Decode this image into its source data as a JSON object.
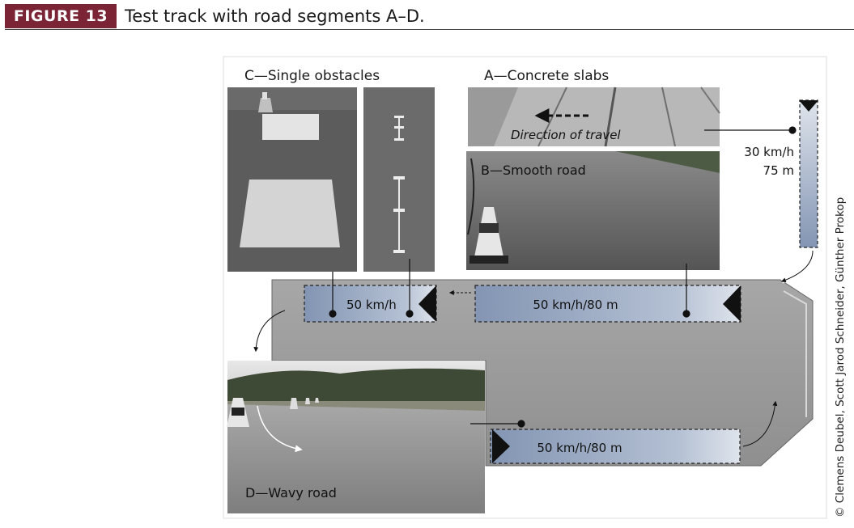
{
  "figure": {
    "number": "FIGURE 13",
    "title": "Test track with road segments A–D."
  },
  "credit": "© Clemens Deubel, Scott Jarod Schneider, Günther Prokop",
  "segments": {
    "c_label": "C—Single obstacles",
    "a_label": "A—Concrete slabs",
    "b_label": "B—Smooth road",
    "d_label": "D—Wavy road",
    "direction": "Direction of travel"
  },
  "track_labels": {
    "a_speed": "30 km/h",
    "a_length": "75 m",
    "b_speed": "50 km/h/80 m",
    "c_speed": "50 km/h",
    "d_speed": "50 km/h/80 m"
  },
  "colors": {
    "badge": "#7a2436",
    "segment_fill": "#8ea0bc",
    "track_surface": "#9c9c9c"
  }
}
